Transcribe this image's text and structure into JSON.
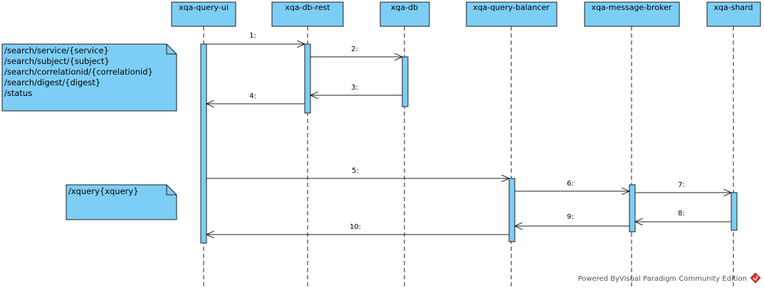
{
  "colors": {
    "box_fill": "#7dcef6",
    "stroke": "#1f1f1f",
    "background": "#ffffff",
    "footer_text": "#555555",
    "logo_red": "#d9363e"
  },
  "lifelines": [
    {
      "id": "ui",
      "name": "xqa-query-ui"
    },
    {
      "id": "dbrest",
      "name": "xqa-db-rest"
    },
    {
      "id": "db",
      "name": "xqa-db"
    },
    {
      "id": "balancer",
      "name": "xqa-query-balancer"
    },
    {
      "id": "broker",
      "name": "xqa-message-broker"
    },
    {
      "id": "shard",
      "name": "xqa-shard"
    }
  ],
  "messages": [
    {
      "label": "1:",
      "from": "ui",
      "to": "dbrest",
      "kind": "call"
    },
    {
      "label": "2:",
      "from": "dbrest",
      "to": "db",
      "kind": "call"
    },
    {
      "label": "3:",
      "from": "db",
      "to": "dbrest",
      "kind": "return"
    },
    {
      "label": "4:",
      "from": "dbrest",
      "to": "ui",
      "kind": "return"
    },
    {
      "label": "5:",
      "from": "ui",
      "to": "balancer",
      "kind": "call"
    },
    {
      "label": "6:",
      "from": "balancer",
      "to": "broker",
      "kind": "call"
    },
    {
      "label": "7:",
      "from": "broker",
      "to": "shard",
      "kind": "call"
    },
    {
      "label": "8:",
      "from": "shard",
      "to": "broker",
      "kind": "return"
    },
    {
      "label": "9:",
      "from": "broker",
      "to": "balancer",
      "kind": "return"
    },
    {
      "label": "10:",
      "from": "balancer",
      "to": "ui",
      "kind": "return"
    }
  ],
  "notes": [
    {
      "lines": [
        "/search/service/{service}",
        "/search/subject/{subject}",
        "/search/correlationid/{correlationid}",
        "/search/digest/{digest}",
        "/status"
      ]
    },
    {
      "lines": [
        "/xquery{xquery}"
      ]
    }
  ],
  "footer": {
    "text": "Powered ByVisual Paradigm Community Edition",
    "logo_icon": "visual-paradigm-logo-icon"
  }
}
